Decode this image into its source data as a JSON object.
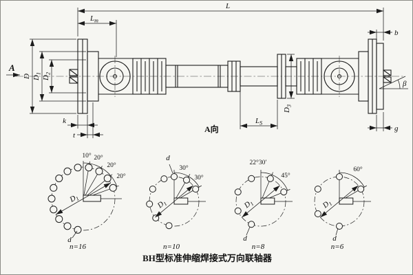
{
  "caption": "BH型标准伸缩焊接式万向联轴器",
  "main": {
    "L": "L",
    "Lm": {
      "base": "L",
      "sub": "m"
    },
    "A": "A",
    "view_A": "A向",
    "D": "D",
    "D1": {
      "base": "D",
      "sub": "1"
    },
    "D2": {
      "base": "D",
      "sub": "2"
    },
    "D3": {
      "base": "D",
      "sub": "3"
    },
    "LS": {
      "base": "L",
      "sub": "S"
    },
    "k": "k",
    "t": "t",
    "b": "b",
    "beta": "β",
    "g": "g"
  },
  "views": [
    {
      "n": "n=16",
      "d": "d",
      "D1": {
        "base": "D",
        "sub": "1"
      },
      "angles": [
        "10°",
        "20°",
        "20°",
        "20°"
      ]
    },
    {
      "n": "n=10",
      "d": "d",
      "D1": {
        "base": "D",
        "sub": "1"
      },
      "angles": [
        "30°",
        "30°"
      ]
    },
    {
      "n": "n=8",
      "d": "d",
      "D1": {
        "base": "D",
        "sub": "1"
      },
      "angles": [
        "22°30′",
        "45°"
      ]
    },
    {
      "n": "n=6",
      "d": "d",
      "D1": {
        "base": "D",
        "sub": "1"
      },
      "angles": [
        "60°"
      ]
    }
  ]
}
